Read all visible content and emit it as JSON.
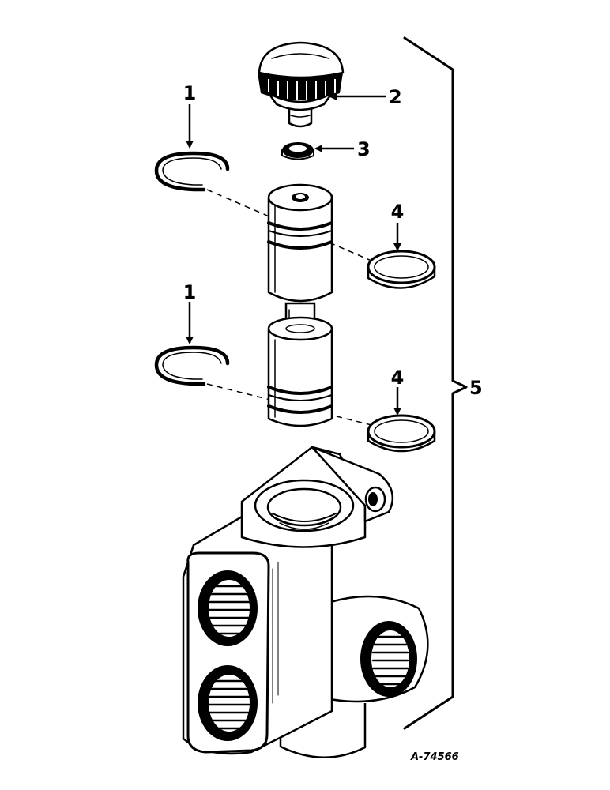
{
  "callouts": {
    "ring_top": "1",
    "knob": "2",
    "washer": "3",
    "seal_top": "4",
    "ring_bottom": "1",
    "seal_bottom": "4",
    "assembly": "5"
  },
  "reference": "A-74566"
}
